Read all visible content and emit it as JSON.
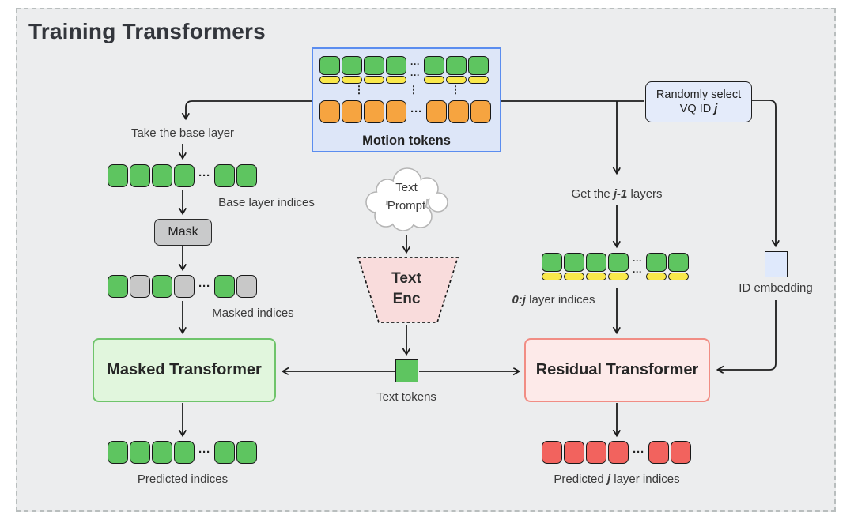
{
  "title": "Training Transformers",
  "colors": {
    "green": "#5ec560",
    "yellow": "#f9e84b",
    "orange": "#f6a440",
    "red": "#f2635e",
    "gray": "#c8c8c8",
    "line": "#1c1c1c",
    "text": "#3a3a3a",
    "title_color": "#33363c",
    "panel_bg": "#ecedee",
    "panel_border": "#b9bebe",
    "motion_fill": "#dde6f8",
    "motion_border": "#5b8def",
    "rand_fill": "#e4ebfa",
    "id_fill": "#dfe9fc",
    "mask_fill": "#c9cacb",
    "masked_fill": "#e1f6dd",
    "masked_border": "#6fc46b",
    "residual_fill": "#fdeae9",
    "residual_border": "#f18d84",
    "textenc_fill": "#f9dcdc",
    "cloud_border": "#b5b5b5"
  },
  "motion_box": {
    "label": "Motion tokens"
  },
  "cloud": {
    "line1": "Text",
    "line2": "Prompt"
  },
  "text_enc": {
    "line1": "Text",
    "line2": "Enc"
  },
  "random_box": {
    "line1": "Randomly select",
    "line2_pre": "VQ ID ",
    "line2_em": "j"
  },
  "labels": {
    "take_base_layer": "Take the base layer",
    "base_layer_indices": "Base layer indices",
    "mask": "Mask",
    "masked_indices": "Masked indices",
    "masked_transformer": "Masked Transformer",
    "predicted_indices": "Predicted indices",
    "text_tokens": "Text tokens",
    "get_layers_pre": "Get the ",
    "get_layers_em": "j-1",
    "get_layers_post": " layers",
    "zero_j_em": "0:j",
    "zero_j_post": " layer indices",
    "id_embedding": "ID embedding",
    "residual_transformer": "Residual Transformer",
    "predicted_j_pre": "Predicted ",
    "predicted_j_em": "j",
    "predicted_j_post": " layer indices"
  },
  "token_rows": {
    "motion_row1": {
      "cells": [
        "green",
        "green",
        "green",
        "green",
        "dots2",
        "green",
        "green",
        "green"
      ],
      "strip": "yellow"
    },
    "motion_row2": {
      "cells": [
        "orange",
        "orange",
        "orange",
        "orange",
        "dots",
        "orange",
        "orange",
        "orange"
      ],
      "strip": null
    },
    "base": {
      "cells": [
        "green",
        "green",
        "green",
        "green",
        "dots",
        "green",
        "green"
      ],
      "strip": null
    },
    "masked": {
      "cells": [
        "green",
        "gray",
        "green",
        "gray",
        "dots",
        "green",
        "gray"
      ],
      "strip": null
    },
    "predicted": {
      "cells": [
        "green",
        "green",
        "green",
        "green",
        "dots",
        "green",
        "green"
      ],
      "strip": null
    },
    "zero_j": {
      "cells": [
        "green",
        "green",
        "green",
        "green",
        "dots2",
        "green",
        "green"
      ],
      "strip": "yellow"
    },
    "predicted_j": {
      "cells": [
        "red",
        "red",
        "red",
        "red",
        "dots",
        "red",
        "red"
      ],
      "strip": null
    }
  }
}
